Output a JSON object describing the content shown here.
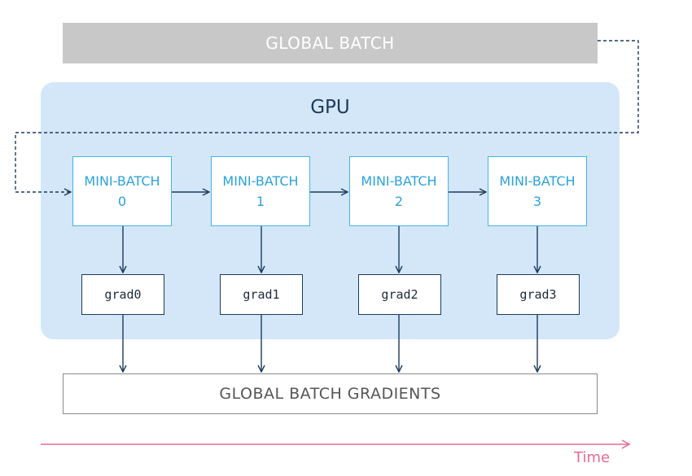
{
  "global_batch": {
    "label": "GLOBAL BATCH"
  },
  "gpu": {
    "label": "GPU"
  },
  "mini_batches": [
    {
      "title": "MINI-BATCH",
      "index": "0",
      "grad": "grad0"
    },
    {
      "title": "MINI-BATCH",
      "index": "1",
      "grad": "grad1"
    },
    {
      "title": "MINI-BATCH",
      "index": "2",
      "grad": "grad2"
    },
    {
      "title": "MINI-BATCH",
      "index": "3",
      "grad": "grad3"
    }
  ],
  "global_gradients": {
    "label": "GLOBAL BATCH GRADIENTS"
  },
  "time_axis": {
    "label": "Time"
  },
  "colors": {
    "gpu_panel": "#d3e7f8",
    "global_batch_bar": "#c8c8c8",
    "mini_batch_text": "#2aa3dc",
    "connector": "#1c3a5c",
    "time_arrow": "#e66b92"
  }
}
